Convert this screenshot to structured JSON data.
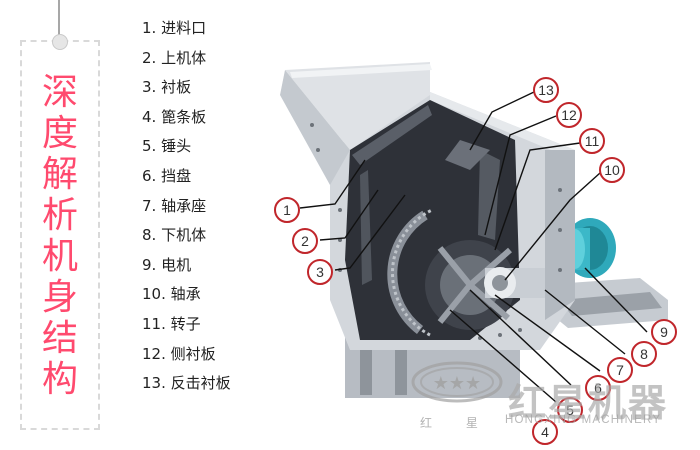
{
  "title": "深度解析机身结构",
  "parts": [
    {
      "num": "1",
      "label": "进料口"
    },
    {
      "num": "2",
      "label": "上机体"
    },
    {
      "num": "3",
      "label": "衬板"
    },
    {
      "num": "4",
      "label": "篦条板"
    },
    {
      "num": "5",
      "label": "锤头"
    },
    {
      "num": "6",
      "label": "挡盘"
    },
    {
      "num": "7",
      "label": "轴承座"
    },
    {
      "num": "8",
      "label": "下机体"
    },
    {
      "num": "9",
      "label": "电机"
    },
    {
      "num": "10",
      "label": "轴承"
    },
    {
      "num": "11",
      "label": "转子"
    },
    {
      "num": "12",
      "label": "侧衬板"
    },
    {
      "num": "13",
      "label": "反击衬板"
    }
  ],
  "callouts": [
    "1",
    "2",
    "3",
    "4",
    "5",
    "6",
    "7",
    "8",
    "9",
    "10",
    "11",
    "12",
    "13"
  ],
  "watermark": {
    "brand_cn": "红星机器",
    "brand_en": "HONGXING MACHINERY",
    "small_cn": "红 星"
  },
  "colors": {
    "title": "#ff4a6e",
    "callout_border": "#c0262b",
    "machine": "#c9ced4",
    "machine_dark": "#3a3d44",
    "motor": "#3cb8c8"
  }
}
